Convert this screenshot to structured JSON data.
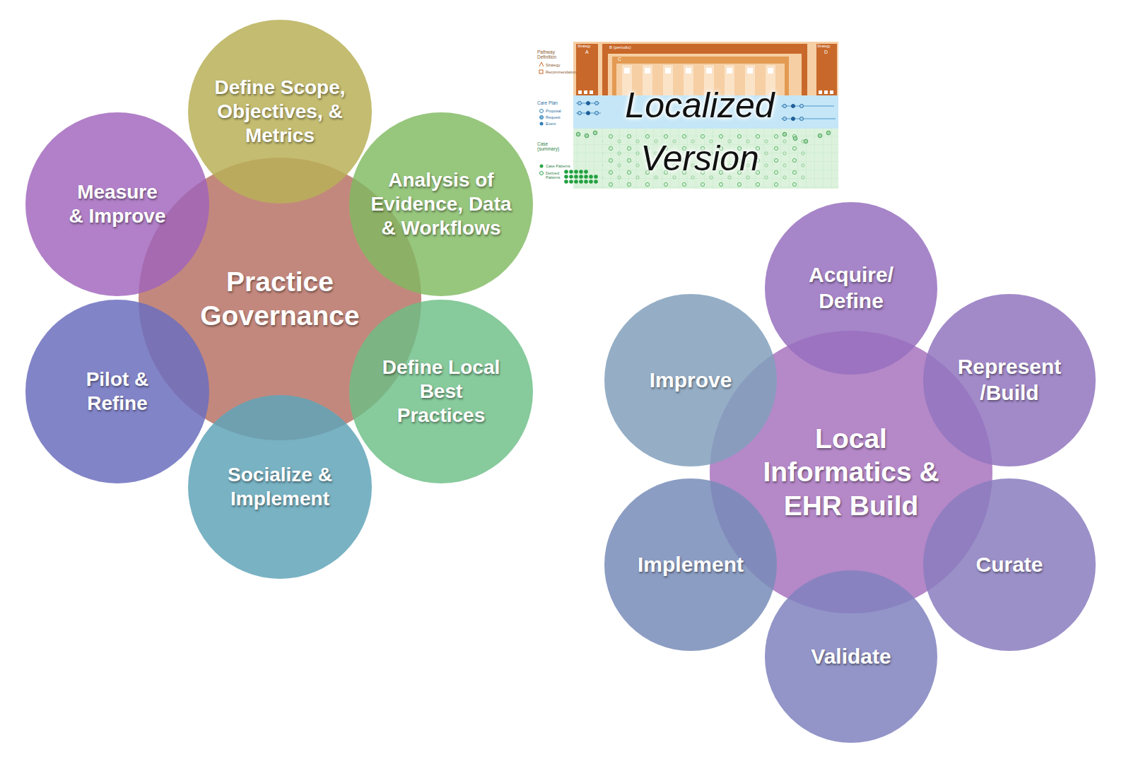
{
  "diagram": {
    "nodes": [
      {
        "text": [
          "Practice Governance"
        ]
      },
      {
        "text": [
          "Define Scope, Objectives, & Metrics"
        ]
      },
      {
        "text": [
          "Analysis of Evidence, Data & Workflows"
        ]
      },
      {
        "text": [
          "Define Local Best Practices"
        ]
      },
      {
        "text": [
          "Socialize & Implement"
        ]
      },
      {
        "text": [
          "Pilot & Refine"
        ]
      },
      {
        "text": [
          "Measure & Improve"
        ]
      },
      {
        "text": [
          "Local Informatics & EHR Build"
        ]
      },
      {
        "text": [
          "Acquire/ Define"
        ]
      },
      {
        "text": [
          "Represent /Build"
        ]
      },
      {
        "text": [
          "Curate"
        ]
      },
      {
        "text": [
          "Validate"
        ]
      },
      {
        "text": [
          "Implement"
        ]
      },
      {
        "text": [
          "Improve"
        ]
      }
    ],
    "labels": [
      "Localized Version",
      "Pathway Definition",
      "Strategy",
      "Recommendation",
      "Care Plan",
      "Proposal",
      "Request",
      "Event",
      "Case (summary)",
      "Case Patterns",
      "Derived Patterns",
      "Strategy",
      "A",
      "B (periodic)",
      "C",
      "Strategy",
      "D"
    ]
  }
}
